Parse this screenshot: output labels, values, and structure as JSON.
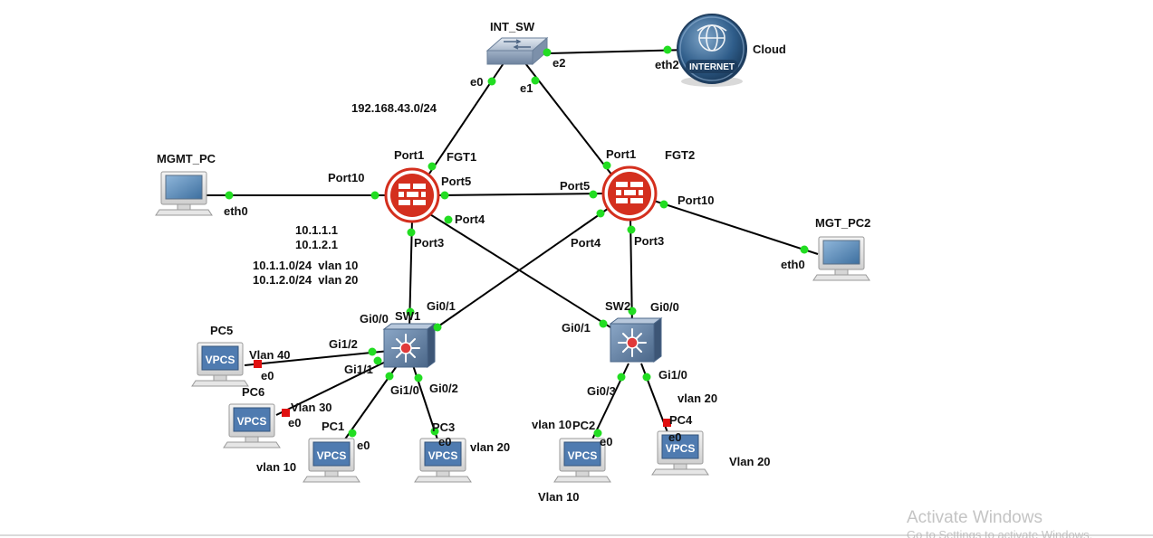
{
  "nodes": {
    "int_sw": "INT_SW",
    "cloud": "Cloud",
    "cloud_badge": "INTERNET",
    "fgt1": "FGT1",
    "fgt2": "FGT2",
    "mgmt_pc": "MGMT_PC",
    "mgt_pc2": "MGT_PC2",
    "sw1": "SW1",
    "sw2": "SW2",
    "pc1": "PC1",
    "pc2": "PC2",
    "pc3": "PC3",
    "pc4": "PC4",
    "pc5": "PC5",
    "pc6": "PC6",
    "vpcs_badge": "VPCS"
  },
  "interfaces": {
    "int_sw_e0": "e0",
    "int_sw_e1": "e1",
    "int_sw_e2": "e2",
    "cloud_eth2": "eth2",
    "fgt1_port1": "Port1",
    "fgt1_port10": "Port10",
    "fgt1_port5": "Port5",
    "fgt1_port4": "Port4",
    "fgt1_port3": "Port3",
    "fgt2_port1": "Port1",
    "fgt2_port5": "Port5",
    "fgt2_port10": "Port10",
    "fgt2_port4": "Port4",
    "fgt2_port3": "Port3",
    "mgmt_eth0": "eth0",
    "mgt2_eth0": "eth0",
    "sw1_gi00": "Gi0/0",
    "sw1_gi01": "Gi0/1",
    "sw1_gi12": "Gi1/2",
    "sw1_gi11": "Gi1/1",
    "sw1_gi10": "Gi1/0",
    "sw1_gi02": "Gi0/2",
    "sw2_gi00": "Gi0/0",
    "sw2_gi01": "Gi0/1",
    "sw2_gi03": "Gi0/3",
    "sw2_gi10": "Gi1/0",
    "pc5_e0": "e0",
    "pc6_e0": "e0",
    "pc1_e0": "e0",
    "pc3_e0": "e0",
    "pc2_e0": "e0",
    "pc4_e0": "e0"
  },
  "notes": {
    "subnet_wan": "192.168.43.0/24",
    "ip1": "10.1.1.1",
    "ip2": "10.1.2.1",
    "net1": "10.1.1.0/24  vlan 10",
    "net2": "10.1.2.0/24  vlan 20",
    "pc5_vlan": "Vlan 40",
    "pc6_vlan": "Vlan 30",
    "pc1_vlan": "vlan 10",
    "pc3_vlan": "vlan 20",
    "pc2_vlan_top": "vlan 10",
    "pc2_vlan_bottom": "Vlan 10",
    "pc4_vlan_top": "vlan 20",
    "pc4_vlan_bottom": "Vlan 20"
  },
  "watermark": {
    "line1": "Activate Windows",
    "line2": "Go to Settings to activate Windows."
  },
  "colors": {
    "link_up": "#22dd22",
    "link_stopped": "#e01010",
    "firewall": "#d42f1e",
    "switch": "#5c7da2",
    "vpcs": "#4f7bb0"
  }
}
